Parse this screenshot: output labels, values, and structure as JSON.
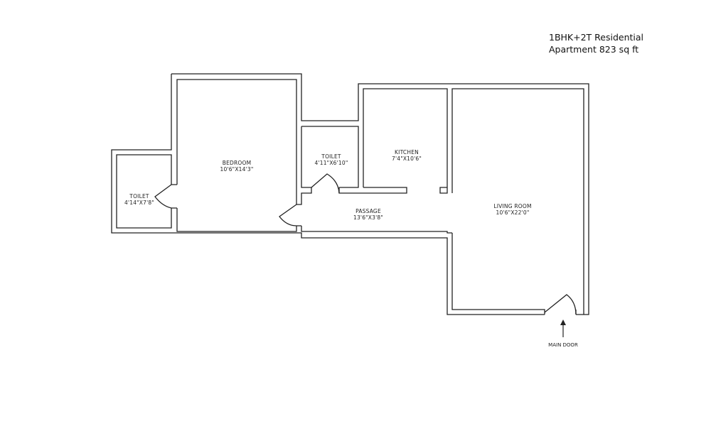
{
  "header": {
    "title_line1": "1BHK+2T Residential",
    "title_line2": "Apartment 823 sq ft"
  },
  "rooms": [
    {
      "name": "TOILET",
      "size": "4'14\"X7'8\""
    },
    {
      "name": "BEDROOM",
      "size": "10'6\"X14'3\""
    },
    {
      "name": "TOILET",
      "size": "4'11\"X6'10\""
    },
    {
      "name": "KITCHEN",
      "size": "7'4\"X10'6\""
    },
    {
      "name": "PASSAGE",
      "size": "13'6\"X3'8\""
    },
    {
      "name": "LIVING ROOM",
      "size": "10'6\"X22'0\""
    }
  ],
  "entrance": {
    "label": "MAIN DOOR",
    "icon": "arrow-up-icon"
  },
  "colors": {
    "wall": "#222222",
    "background": "#ffffff"
  }
}
